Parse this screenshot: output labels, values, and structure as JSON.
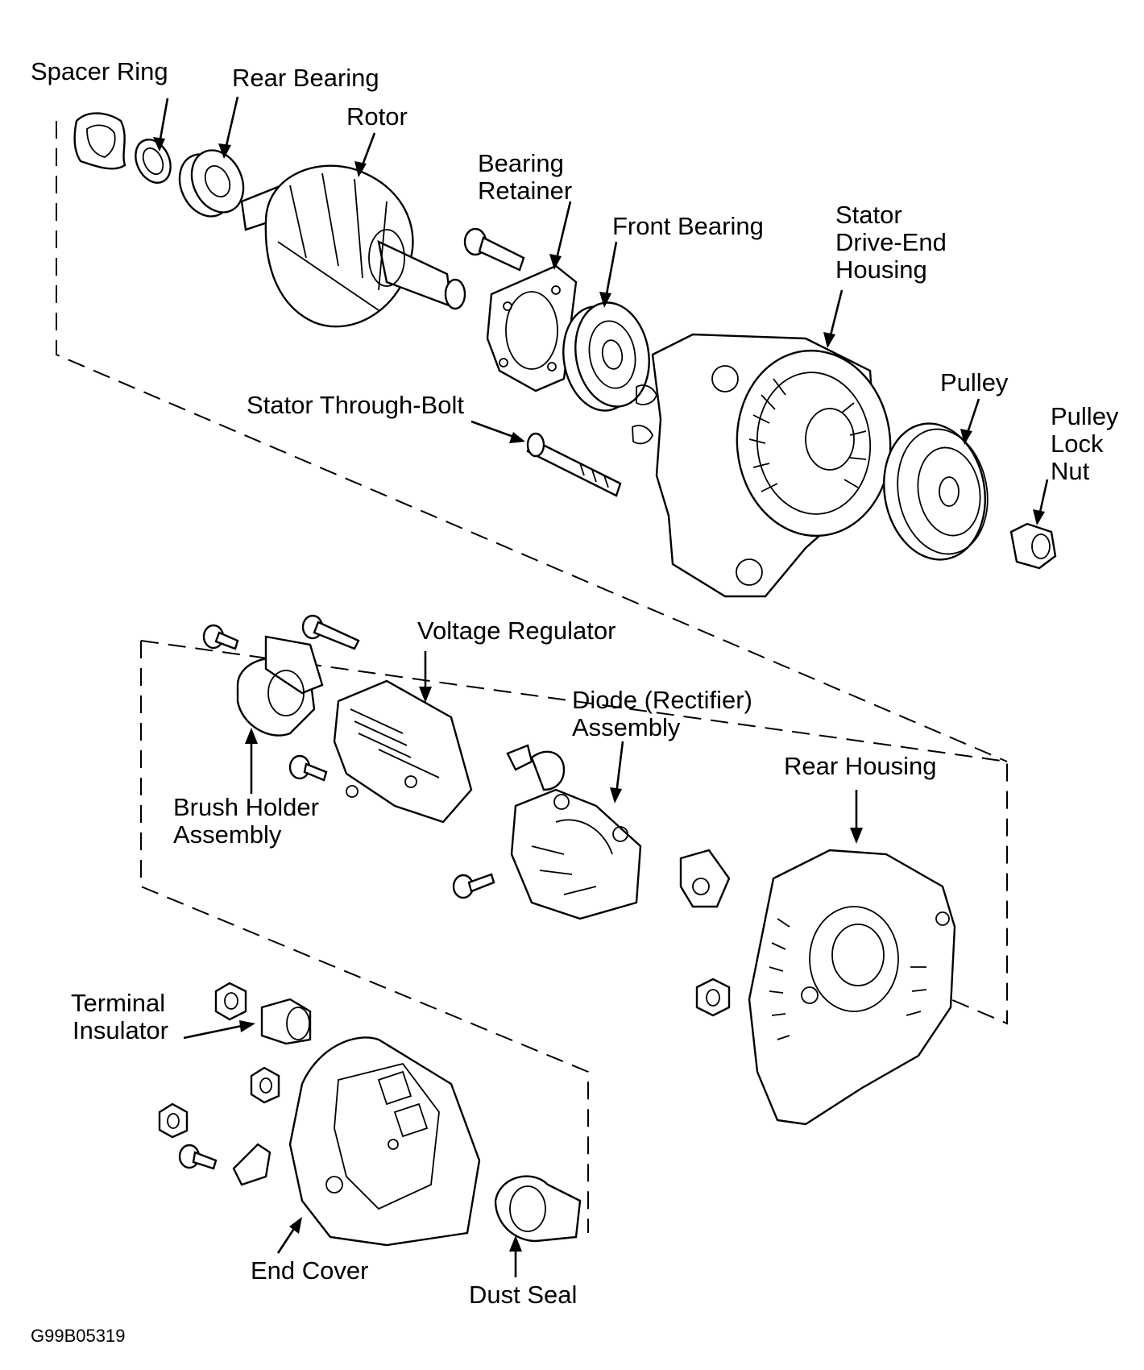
{
  "labels": {
    "spacer_ring": "Spacer Ring",
    "rear_bearing": "Rear Bearing",
    "rotor": "Rotor",
    "bearing_retainer_1": "Bearing",
    "bearing_retainer_2": "Retainer",
    "front_bearing": "Front Bearing",
    "stator_1": "Stator",
    "stator_2": "Drive-End",
    "stator_3": "Housing",
    "stator_through_bolt": "Stator Through-Bolt",
    "pulley": "Pulley",
    "pulley_lock_nut_1": "Pulley",
    "pulley_lock_nut_2": "Lock",
    "pulley_lock_nut_3": "Nut",
    "voltage_regulator": "Voltage Regulator",
    "diode_1": "Diode (Rectifier)",
    "diode_2": "Assembly",
    "brush_holder_1": "Brush Holder",
    "brush_holder_2": "Assembly",
    "rear_housing": "Rear Housing",
    "terminal_insulator_1": "Terminal",
    "terminal_insulator_2": "Insulator",
    "end_cover": "End Cover",
    "dust_seal": "Dust Seal"
  },
  "figure_code": "G99B05319"
}
